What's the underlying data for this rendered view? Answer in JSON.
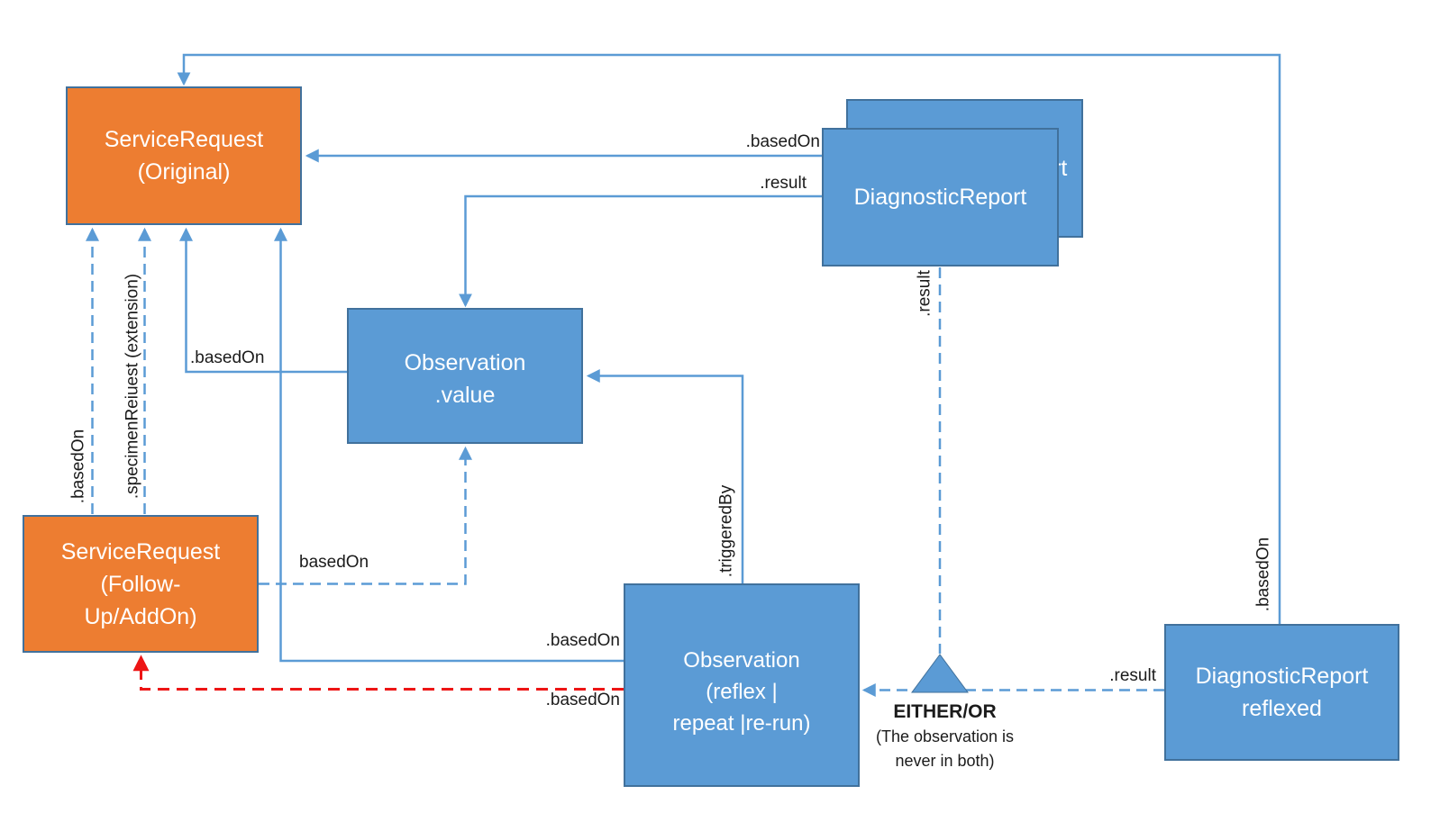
{
  "diagram": {
    "nodes": {
      "sr_original": {
        "lines": [
          "ServiceRequest",
          "(Original)"
        ]
      },
      "sr_followup": {
        "lines": [
          "ServiceRequest",
          "(Follow-",
          "Up/AddOn)"
        ]
      },
      "obs_value": {
        "lines": [
          "Observation",
          ".value"
        ]
      },
      "dr_back": {
        "lines": [
          "DiagnosticReport"
        ]
      },
      "dr_front": {
        "lines": [
          "DiagnosticReport"
        ]
      },
      "obs_reflex": {
        "lines": [
          "Observation",
          "(reflex |",
          "repeat |re-run)"
        ]
      },
      "dr_reflexed": {
        "lines": [
          "DiagnosticReport",
          "reflexed"
        ]
      }
    },
    "edge_labels": {
      "dr_based_on": ".basedOn",
      "dr_result": ".result",
      "obs_value_based_on": ".basedOn",
      "followup_based_on_dashed": "basedOn",
      "reflex_based_on": ".basedOn",
      "reflex_based_on_red": ".basedOn",
      "reflexed_result": ".result",
      "followup_based_on_vertical": ".basedOn",
      "specimen_extension_vertical": ".specimenReiuest (extension)",
      "triggered_by_vertical": ".triggeredBy",
      "dr_result_vertical": ".result",
      "reflexed_based_on_vertical": ".basedOn"
    },
    "annotation": {
      "heading": "EITHER/OR",
      "note_line1": "(The observation is",
      "note_line2": "never in both)"
    }
  },
  "colors": {
    "orange_fill": "#ED7D31",
    "blue_fill": "#5B9BD5",
    "node_border": "#41719C",
    "connector_blue": "#5B9BD5",
    "connector_red": "#ED1515",
    "node_text": "#FFFFFF",
    "label_text": "#1B1B1B",
    "background": "#FFFFFF"
  }
}
